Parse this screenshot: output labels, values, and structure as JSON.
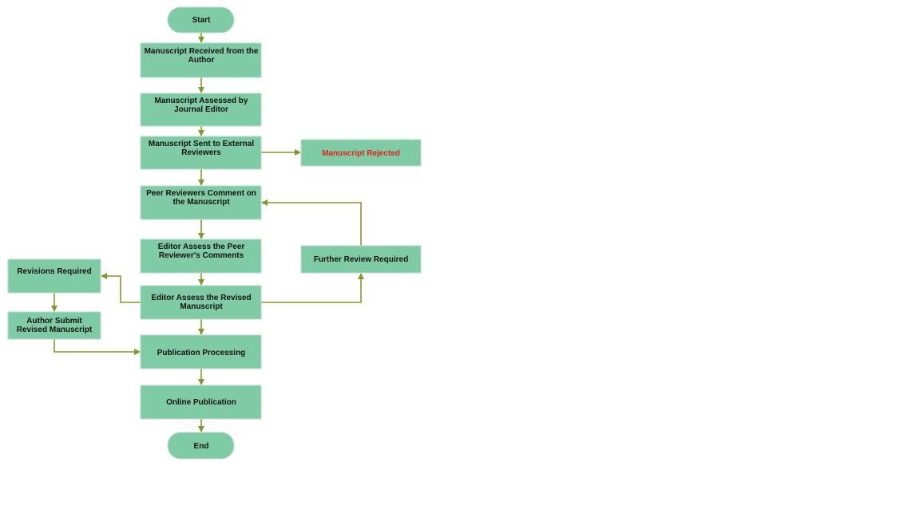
{
  "diagram": {
    "title": "Manuscript review flowchart",
    "nodes": {
      "start": "Start",
      "received": [
        "Manuscript Received from the",
        "Author"
      ],
      "assessed": [
        "Manuscript Assessed by",
        "Journal Editor"
      ],
      "sent": [
        "Manuscript  Sent to External",
        "Reviewers"
      ],
      "rejected": "Manuscript Rejected",
      "peer": [
        "Peer Reviewers Comment on",
        "the Manuscript"
      ],
      "editor_peer": [
        "Editor Assess the Peer",
        "Reviewer's Comments"
      ],
      "further": "Further Review Required",
      "revisions": "Revisions Required",
      "editor_revised": [
        "Editor Assess the Revised",
        "Manuscript"
      ],
      "author_submit": [
        "Author Submit",
        "Revised Manuscript"
      ],
      "processing": "Publication Processing",
      "online": "Online Publication",
      "end": "End"
    },
    "colors": {
      "node_fill": "#7fcba5",
      "connector": "#7f9b2a",
      "rejected_text": "#e3201b"
    }
  }
}
